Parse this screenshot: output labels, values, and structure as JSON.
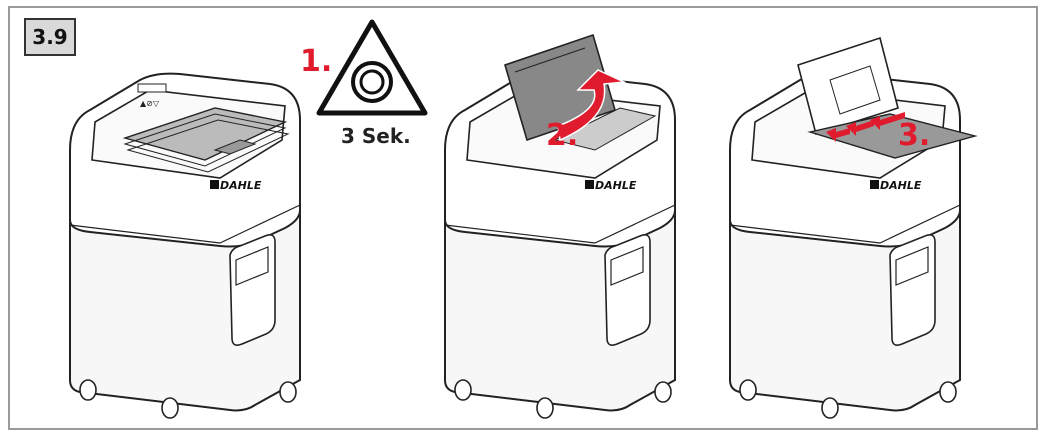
{
  "figure": {
    "section_number": "3.9",
    "steps": [
      {
        "label": "1."
      },
      {
        "label": "2."
      },
      {
        "label": "3."
      }
    ],
    "warning_duration": "3 Sek.",
    "brand_logo": "DAHLE",
    "icons": [
      "auto-feed-warning-triangle-icon",
      "red-curved-arrow-icon",
      "red-paper-direction-arrows-icon"
    ],
    "colors": {
      "accent": "#e01b2d",
      "line": "#222222",
      "badge_fill": "#d9d9d9"
    }
  }
}
